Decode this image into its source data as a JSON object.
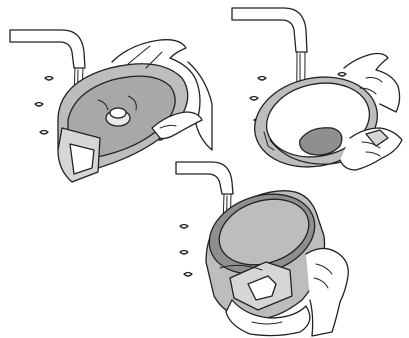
{
  "illustration": {
    "panels": [
      {
        "subject": "faucet-rinsing-filter-cover",
        "hands": 2
      },
      {
        "subject": "faucet-rinsing-filter-frame",
        "hands": 2
      },
      {
        "subject": "faucet-rinsing-filter-cup",
        "hands": 2
      }
    ],
    "colors": {
      "background": "#ffffff",
      "line": "#222222",
      "part_fill": "#bdbdbd",
      "part_dark": "#8f8f8f",
      "water": "#ffffff"
    }
  }
}
